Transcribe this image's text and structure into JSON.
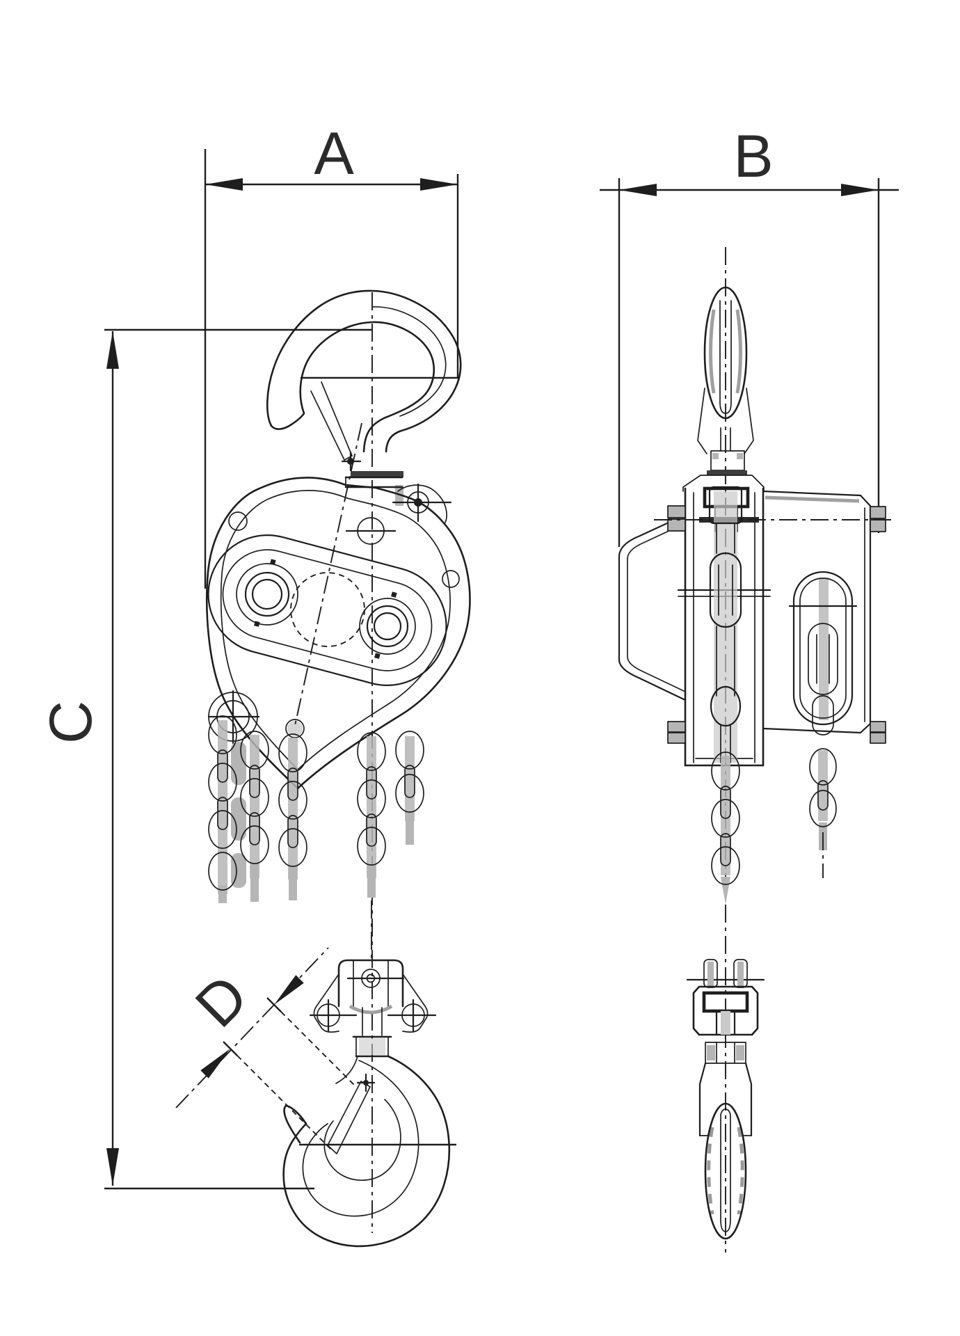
{
  "page": {
    "background": "#ffffff"
  },
  "drawing": {
    "line_color": "#1e1e1e",
    "shade_color": "#a8a8a8",
    "dimensions": {
      "A": {
        "label": "A"
      },
      "B": {
        "label": "B"
      },
      "C": {
        "label": "C"
      },
      "D": {
        "label": "D"
      }
    }
  }
}
